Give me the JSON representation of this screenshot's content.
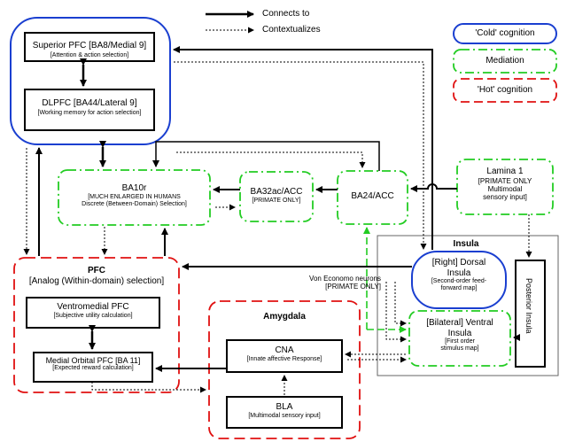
{
  "colors": {
    "cold": "#1a3fd0",
    "mediation": "#22cc22",
    "hot": "#e01010",
    "connect": "#000000"
  },
  "legend": {
    "connects": "Connects to",
    "contextualizes": "Contextualizes",
    "cold": "'Cold' cognition",
    "mediation": "Mediation",
    "hot": "'Hot' cognition"
  },
  "nodes": {
    "superior_pfc": {
      "title": "Superior PFC [BA8/Medial 9]",
      "sub": "[Attention & action selection]"
    },
    "dlpfc": {
      "title": "DLPFC [BA44/Lateral 9]",
      "sub": "[Working memory for action selection]"
    },
    "ba10r": {
      "title": "BA10r",
      "sub1": "[MUCH ENLARGED IN HUMANS",
      "sub2": "Discrete (Between-Domain) Selection]"
    },
    "ba32": {
      "title": "BA32ac/ACC",
      "sub": "[PRIMATE ONLY]"
    },
    "ba24": {
      "title": "BA24/ACC"
    },
    "lamina": {
      "title": "Lamina 1",
      "sub1": "[PRIMATE ONLY",
      "sub2": "Multimodal",
      "sub3": "sensory input]"
    },
    "pfc": {
      "title": "PFC",
      "sub": "[Analog (Within-domain) selection]"
    },
    "vmpfc": {
      "title": "Ventromedial PFC",
      "sub": "[Subjective utility calculation]"
    },
    "mofc": {
      "title": "Medial Orbital PFC [BA 11]",
      "sub": "[Expected reward calculation]"
    },
    "amygdala": {
      "title": "Amygdala"
    },
    "cna": {
      "title": "CNA",
      "sub": "[Innate affective Response]"
    },
    "bla": {
      "title": "BLA",
      "sub": "[Multimodal sensory input]"
    },
    "insula": {
      "title": "Insula"
    },
    "dorsal_insula": {
      "title1": "[Right] Dorsal",
      "title2": "Insula",
      "sub1": "[Second-order feed-",
      "sub2": "forward map]"
    },
    "ventral_insula": {
      "title1": "[Bilateral] Ventral",
      "title2": "Insula",
      "sub1": "[First order",
      "sub2": "stimulus map]"
    },
    "posterior_insula": {
      "title": "Posterior Insula"
    },
    "von_economo": {
      "line1": "Von Economo neurons",
      "line2": "[PRIMATE ONLY]"
    }
  }
}
